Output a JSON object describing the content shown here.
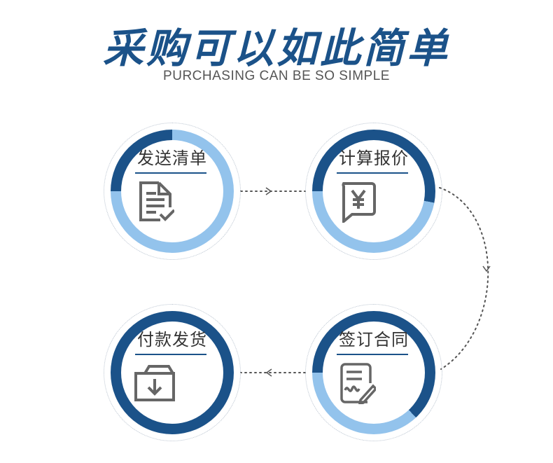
{
  "header": {
    "title": "采购可以如此简单",
    "subtitle": "PURCHASING CAN BE SO SIMPLE"
  },
  "colors": {
    "dark": "#1b5289",
    "light": "#93c3ec"
  },
  "steps": [
    {
      "label": "发送清单",
      "icon": "document-check-icon",
      "progress_percent": 25
    },
    {
      "label": "计算报价",
      "icon": "yen-chat-icon",
      "progress_percent": 53
    },
    {
      "label": "签订合同",
      "icon": "contract-sign-icon",
      "progress_percent": 63
    },
    {
      "label": "付款发货",
      "icon": "download-tray-icon",
      "progress_percent": 100
    }
  ]
}
